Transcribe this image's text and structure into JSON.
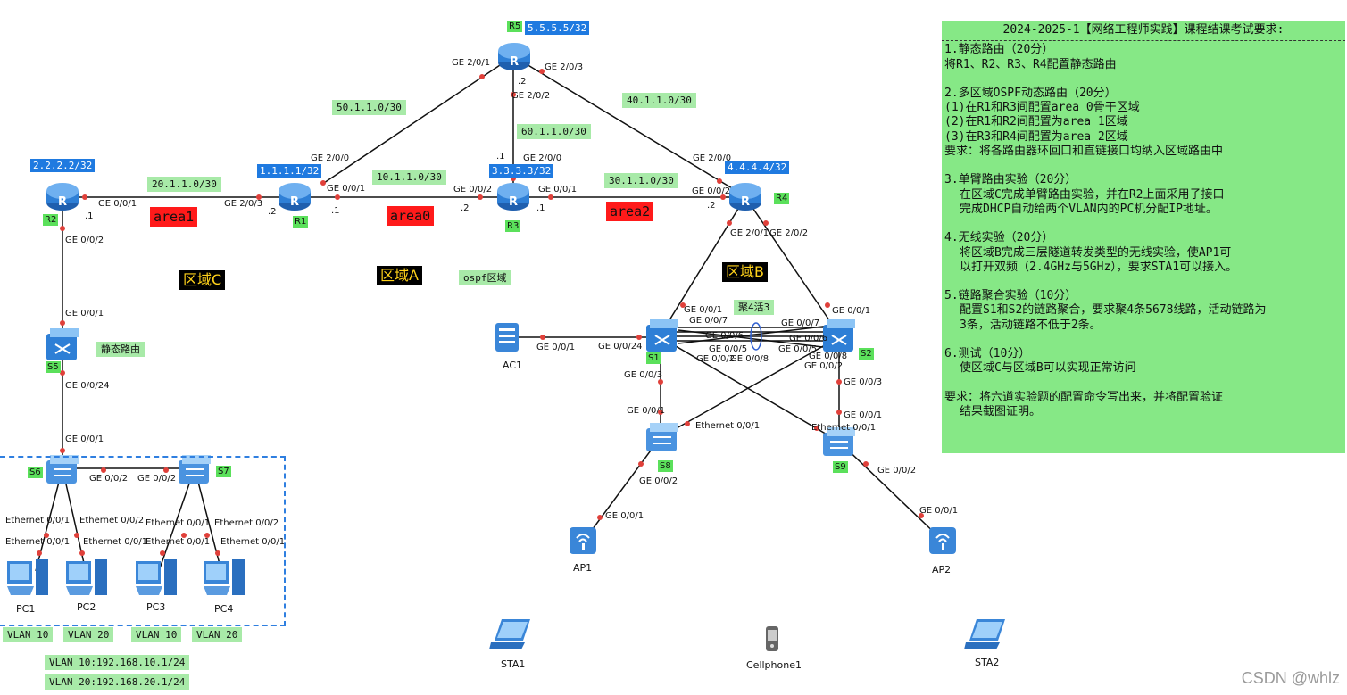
{
  "requirements": {
    "title": "2024-2025-1【网络工程师实践】课程结课考试要求:",
    "lines": [
      "1.静态路由（20分）",
      "将R1、R2、R3、R4配置静态路由",
      "",
      "2.多区域OSPF动态路由（20分）",
      "(1)在R1和R3间配置area 0骨干区域",
      "(2)在R1和R2间配置为area 1区域",
      "(3)在R3和R4间配置为area 2区域",
      "要求：将各路由器环回口和直链接口均纳入区域路由中",
      "",
      "3.单臂路由实验（20分）",
      "在区域C完成单臂路由实验，并在R2上面采用子接口",
      "完成DHCP自动给两个VLAN内的PC机分配IP地址。",
      "",
      "4.无线实验（20分）",
      "将区域B完成三层隧道转发类型的无线实验，使AP1可",
      "以打开双频（2.4GHz与5GHz），要求STA1可以接入。",
      "",
      "5.链路聚合实验（10分）",
      "配置S1和S2的链路聚合，要求聚4条5678线路，活动链路为",
      "3条，活动链路不低于2条。",
      "",
      "6.测试（10分）",
      "使区域C与区域B可以实现正常访问",
      "",
      "要求：将六道实验题的配置命令写出来，并将配置验证",
      "结果截图证明。"
    ]
  },
  "devices": {
    "R1": {
      "name": "R1",
      "loopback": "1.1.1.1/32"
    },
    "R2": {
      "name": "R2",
      "loopback": "2.2.2.2/32"
    },
    "R3": {
      "name": "R3",
      "loopback": "3.3.3.3/32"
    },
    "R4": {
      "name": "R4",
      "loopback": "4.4.4.4/32"
    },
    "R5": {
      "name": "R5",
      "loopback": "5.5.5.5/32"
    },
    "S1": "S1",
    "S2": "S2",
    "S5": "S5",
    "S6": "S6",
    "S7": "S7",
    "S8": "S8",
    "S9": "S9",
    "AC1": "AC1",
    "AP1": "AP1",
    "AP2": "AP2",
    "PC1": "PC1",
    "PC2": "PC2",
    "PC3": "PC3",
    "PC4": "PC4",
    "STA1": "STA1",
    "STA2": "STA2",
    "Cellphone1": "Cellphone1"
  },
  "areas": {
    "area1": "area1",
    "area0": "area0",
    "area2": "area2"
  },
  "zones": {
    "C": "区域C",
    "A": "区域A",
    "B": "区域B",
    "ospf": "ospf区域",
    "static": "静态路由",
    "lag": "聚4活3"
  },
  "subnets": {
    "r5r1": "50.1.1.0/30",
    "r5r4": "40.1.1.0/30",
    "r5r3": "60.1.1.0/30",
    "r2r1": "20.1.1.0/30",
    "r1r3": "10.1.1.0/30",
    "r3r4": "30.1.1.0/30"
  },
  "vlans": {
    "v10": "VLAN 10",
    "v20": "VLAN 20",
    "gw10": "VLAN 10:192.168.10.1/24",
    "gw20": "VLAN 20:192.168.20.1/24"
  },
  "ports": {
    "p1": "GE 2/0/1",
    "p2": "GE 2/0/3",
    "p3": ".2",
    "p4": "GE 2/0/2",
    "p5": "GE 2/0/0",
    "p6": "GE 0/0/1",
    "p7": "GE 2/0/3",
    "p8": ".2",
    "p9": ".1",
    "p10": "GE 0/0/1",
    "p11": ".1",
    "p12": "GE 0/0/2",
    "p13": ".2",
    "p14": ".1",
    "p15": "GE 2/0/0",
    "p16": "GE 0/0/1",
    "p17": ".1",
    "p18": "GE 2/0/0",
    "p19": "GE 0/0/2",
    "p20": ".2",
    "p21": "GE 2/0/1",
    "p22": "GE 2/0/2",
    "p23": "GE 0/0/2",
    "p24": "GE 0/0/1",
    "p25": "GE 0/0/24",
    "p26": "GE 0/0/1",
    "p27": "GE 0/0/2",
    "p28": "GE 0/0/2",
    "p29": "Ethernet 0/0/1",
    "p30": "Ethernet 0/0/2",
    "p31": "Ethernet 0/0/1",
    "p32": "Ethernet 0/0/2",
    "p33": "Ethernet 0/0/1",
    "p34": "Ethernet 0/0/1",
    "p35": "Ethernet 0/0/1",
    "p36": "Ethernet 0/0/1",
    "p37": "GE 0/0/1",
    "p38": "GE 0/0/24",
    "p39": "GE 0/0/1",
    "p40": "GE 0/0/7",
    "p41": "GE 0/0/6",
    "p42": "GE 0/0/5",
    "p43": "GE 0/0/2",
    "p44": "GE 0/0/8",
    "p45": "GE 0/0/7",
    "p46": "GE 0/0/1",
    "p47": "GE 0/0/6",
    "p48": "GE 0/0/5",
    "p49": "GE 0/0/8",
    "p50": "GE 0/0/2",
    "p51": "GE 0/0/3",
    "p52": "GE 0/0/1",
    "p53": "Ethernet 0/0/1",
    "p54": "GE 0/0/2",
    "p55": "GE 0/0/1",
    "p56": "GE 0/0/3",
    "p57": "GE 0/0/1",
    "p58": "Ethernet 0/0/1",
    "p59": "GE 0/0/2",
    "p60": "GE 0/0/1"
  },
  "watermark": "CSDN @whlz",
  "colors": {
    "router": "#2e7fd6",
    "green_tag": "#86e886",
    "red_area": "#ff1a1a",
    "blue_tag": "#1f7ae0",
    "link_dot": "#e0403a"
  }
}
